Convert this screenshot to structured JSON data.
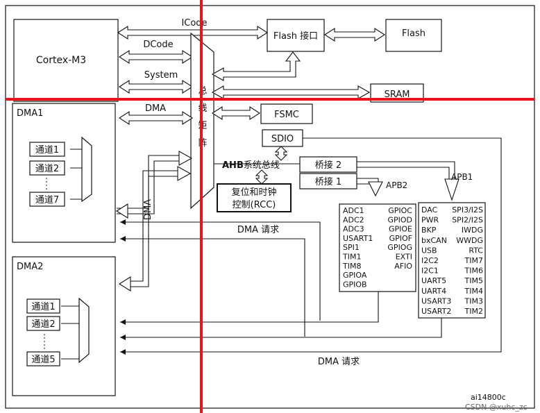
{
  "diagram": {
    "labels": {
      "icode": "ICode",
      "dcode": "DCode",
      "system": "System",
      "dma_bus": "DMA",
      "dma_vertical": "DMA",
      "bus_matrix": "总线矩阵",
      "ahb": "AHB",
      "ahb_suffix": "系统总线",
      "apb1": "APB1",
      "apb2": "APB2",
      "dma_request_top": "DMA 请求",
      "dma_request_bottom": "DMA 请求",
      "figure_id": "ai14800c",
      "watermark": "CSDN @xuhc_zc"
    },
    "blocks": {
      "cortex": "Cortex-M3",
      "flash_if": "Flash 接口",
      "flash": "Flash",
      "sram": "SRAM",
      "fsmc": "FSMC",
      "sdio": "SDIO",
      "bridge2": "桥接 2",
      "bridge1": "桥接 1",
      "rcc_line1": "复位和时钟",
      "rcc_line2": "控制(RCC)",
      "dma1": "DMA1",
      "dma2": "DMA2"
    },
    "dma1_channels": [
      "通道1",
      "通道2",
      "通道7"
    ],
    "dma2_channels": [
      "通道1",
      "通道2",
      "通道5"
    ],
    "apb2_col1": [
      "ADC1",
      "ADC2",
      "ADC3",
      "USART1",
      "SPI1",
      "TIM1",
      "TIM8",
      "GPIOA",
      "GPIOB"
    ],
    "apb2_col2": [
      "GPIOC",
      "GPIOD",
      "GPIOE",
      "GPIOF",
      "GPIOG",
      "EXTI",
      "AFIO"
    ],
    "apb1_col1": [
      "DAC",
      "PWR",
      "BKP",
      "bxCAN",
      "USB",
      "I2C2",
      "I2C1",
      "UART5",
      "UART4",
      "USART3",
      "USART2"
    ],
    "apb1_col2": [
      "SPI3/I2S",
      "SPI2/I2S",
      "IWDG",
      "WWDG",
      "RTC",
      "TIM7",
      "TIM6",
      "TIM5",
      "TIM4",
      "TIM3",
      "TIM2"
    ],
    "colors": {
      "overlay_lines": "#e8141c",
      "ink": "#111111",
      "background": "#ffffff"
    }
  }
}
